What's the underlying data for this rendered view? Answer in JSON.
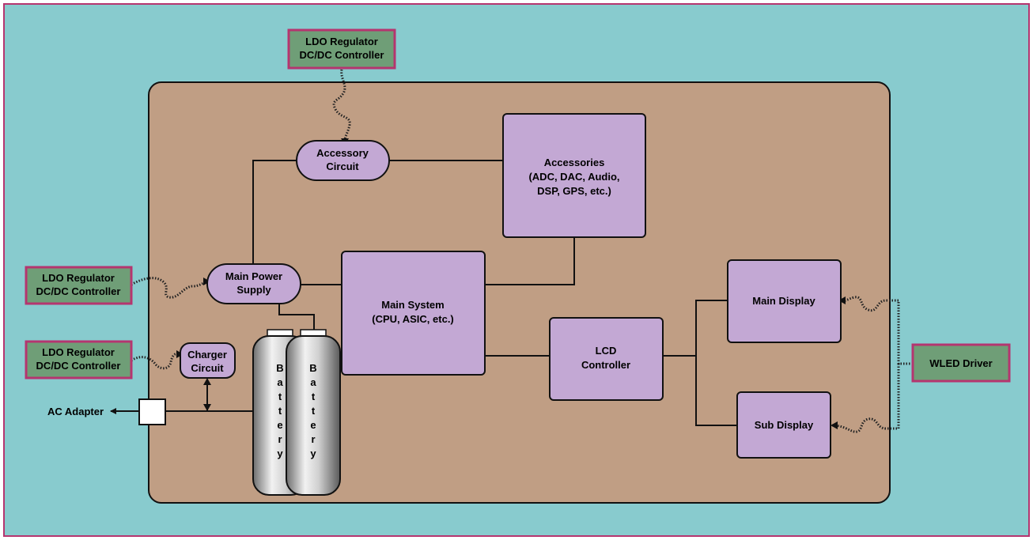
{
  "colors": {
    "background": "#88cbce",
    "outer_border": "#b5356f",
    "board": "#c09e84",
    "block_fill": "#c3a8d4",
    "external_fill": "#6f9e77",
    "external_border": "#b5356f",
    "line": "#111111"
  },
  "external": {
    "ldo_top": [
      "LDO Regulator",
      "DC/DC Controller"
    ],
    "ldo_mid": [
      "LDO Regulator",
      "DC/DC Controller"
    ],
    "ldo_low": [
      "LDO Regulator",
      "DC/DC Controller"
    ],
    "wled": "WLED Driver"
  },
  "blocks": {
    "accessory_circuit": [
      "Accessory",
      "Circuit"
    ],
    "accessories": [
      "Accessories",
      "(ADC, DAC, Audio,",
      "DSP, GPS, etc.)"
    ],
    "main_power_supply": [
      "Main Power",
      "Supply"
    ],
    "main_system": [
      "Main System",
      "(CPU, ASIC, etc.)"
    ],
    "charger_circuit": [
      "Charger",
      "Circuit"
    ],
    "lcd_controller": [
      "LCD",
      "Controller"
    ],
    "main_display": "Main Display",
    "sub_display": "Sub Display"
  },
  "battery_label": "Battery",
  "ac_adapter": "AC Adapter"
}
